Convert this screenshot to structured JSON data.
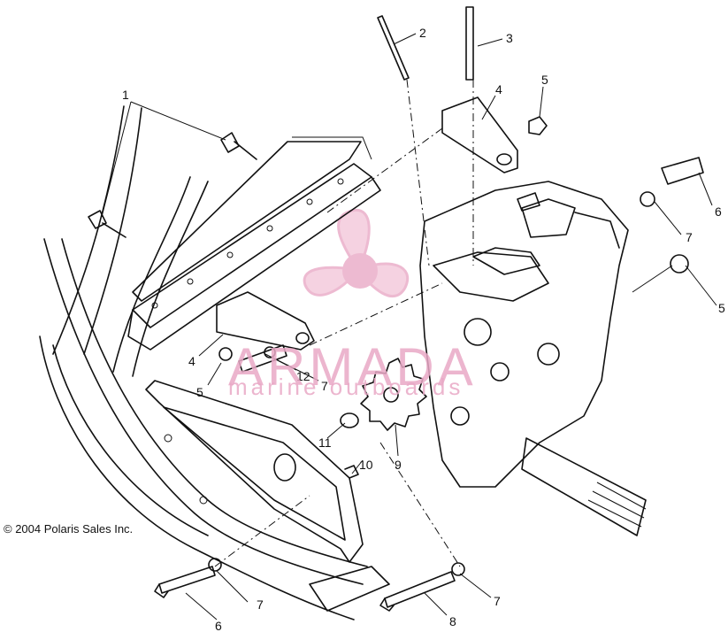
{
  "diagram": {
    "callouts": [
      {
        "id": "c1",
        "label": "1"
      },
      {
        "id": "c2",
        "label": "2"
      },
      {
        "id": "c3",
        "label": "3"
      },
      {
        "id": "c4a",
        "label": "4"
      },
      {
        "id": "c5a",
        "label": "5"
      },
      {
        "id": "c6a",
        "label": "6"
      },
      {
        "id": "c7a",
        "label": "7"
      },
      {
        "id": "c5b",
        "label": "5"
      },
      {
        "id": "c4b",
        "label": "4"
      },
      {
        "id": "c5c",
        "label": "5"
      },
      {
        "id": "c12",
        "label": "12"
      },
      {
        "id": "c7b",
        "label": "7"
      },
      {
        "id": "c11",
        "label": "11"
      },
      {
        "id": "c10",
        "label": "10"
      },
      {
        "id": "c9",
        "label": "9"
      },
      {
        "id": "c7c",
        "label": "7"
      },
      {
        "id": "c6b",
        "label": "6"
      },
      {
        "id": "c8",
        "label": "8"
      },
      {
        "id": "c7d",
        "label": "7"
      }
    ]
  },
  "copyright": "© 2004 Polaris Sales Inc.",
  "watermark": {
    "title": "ARMADA",
    "subtitle": "marine outboards",
    "color": "#e9a9c6"
  }
}
